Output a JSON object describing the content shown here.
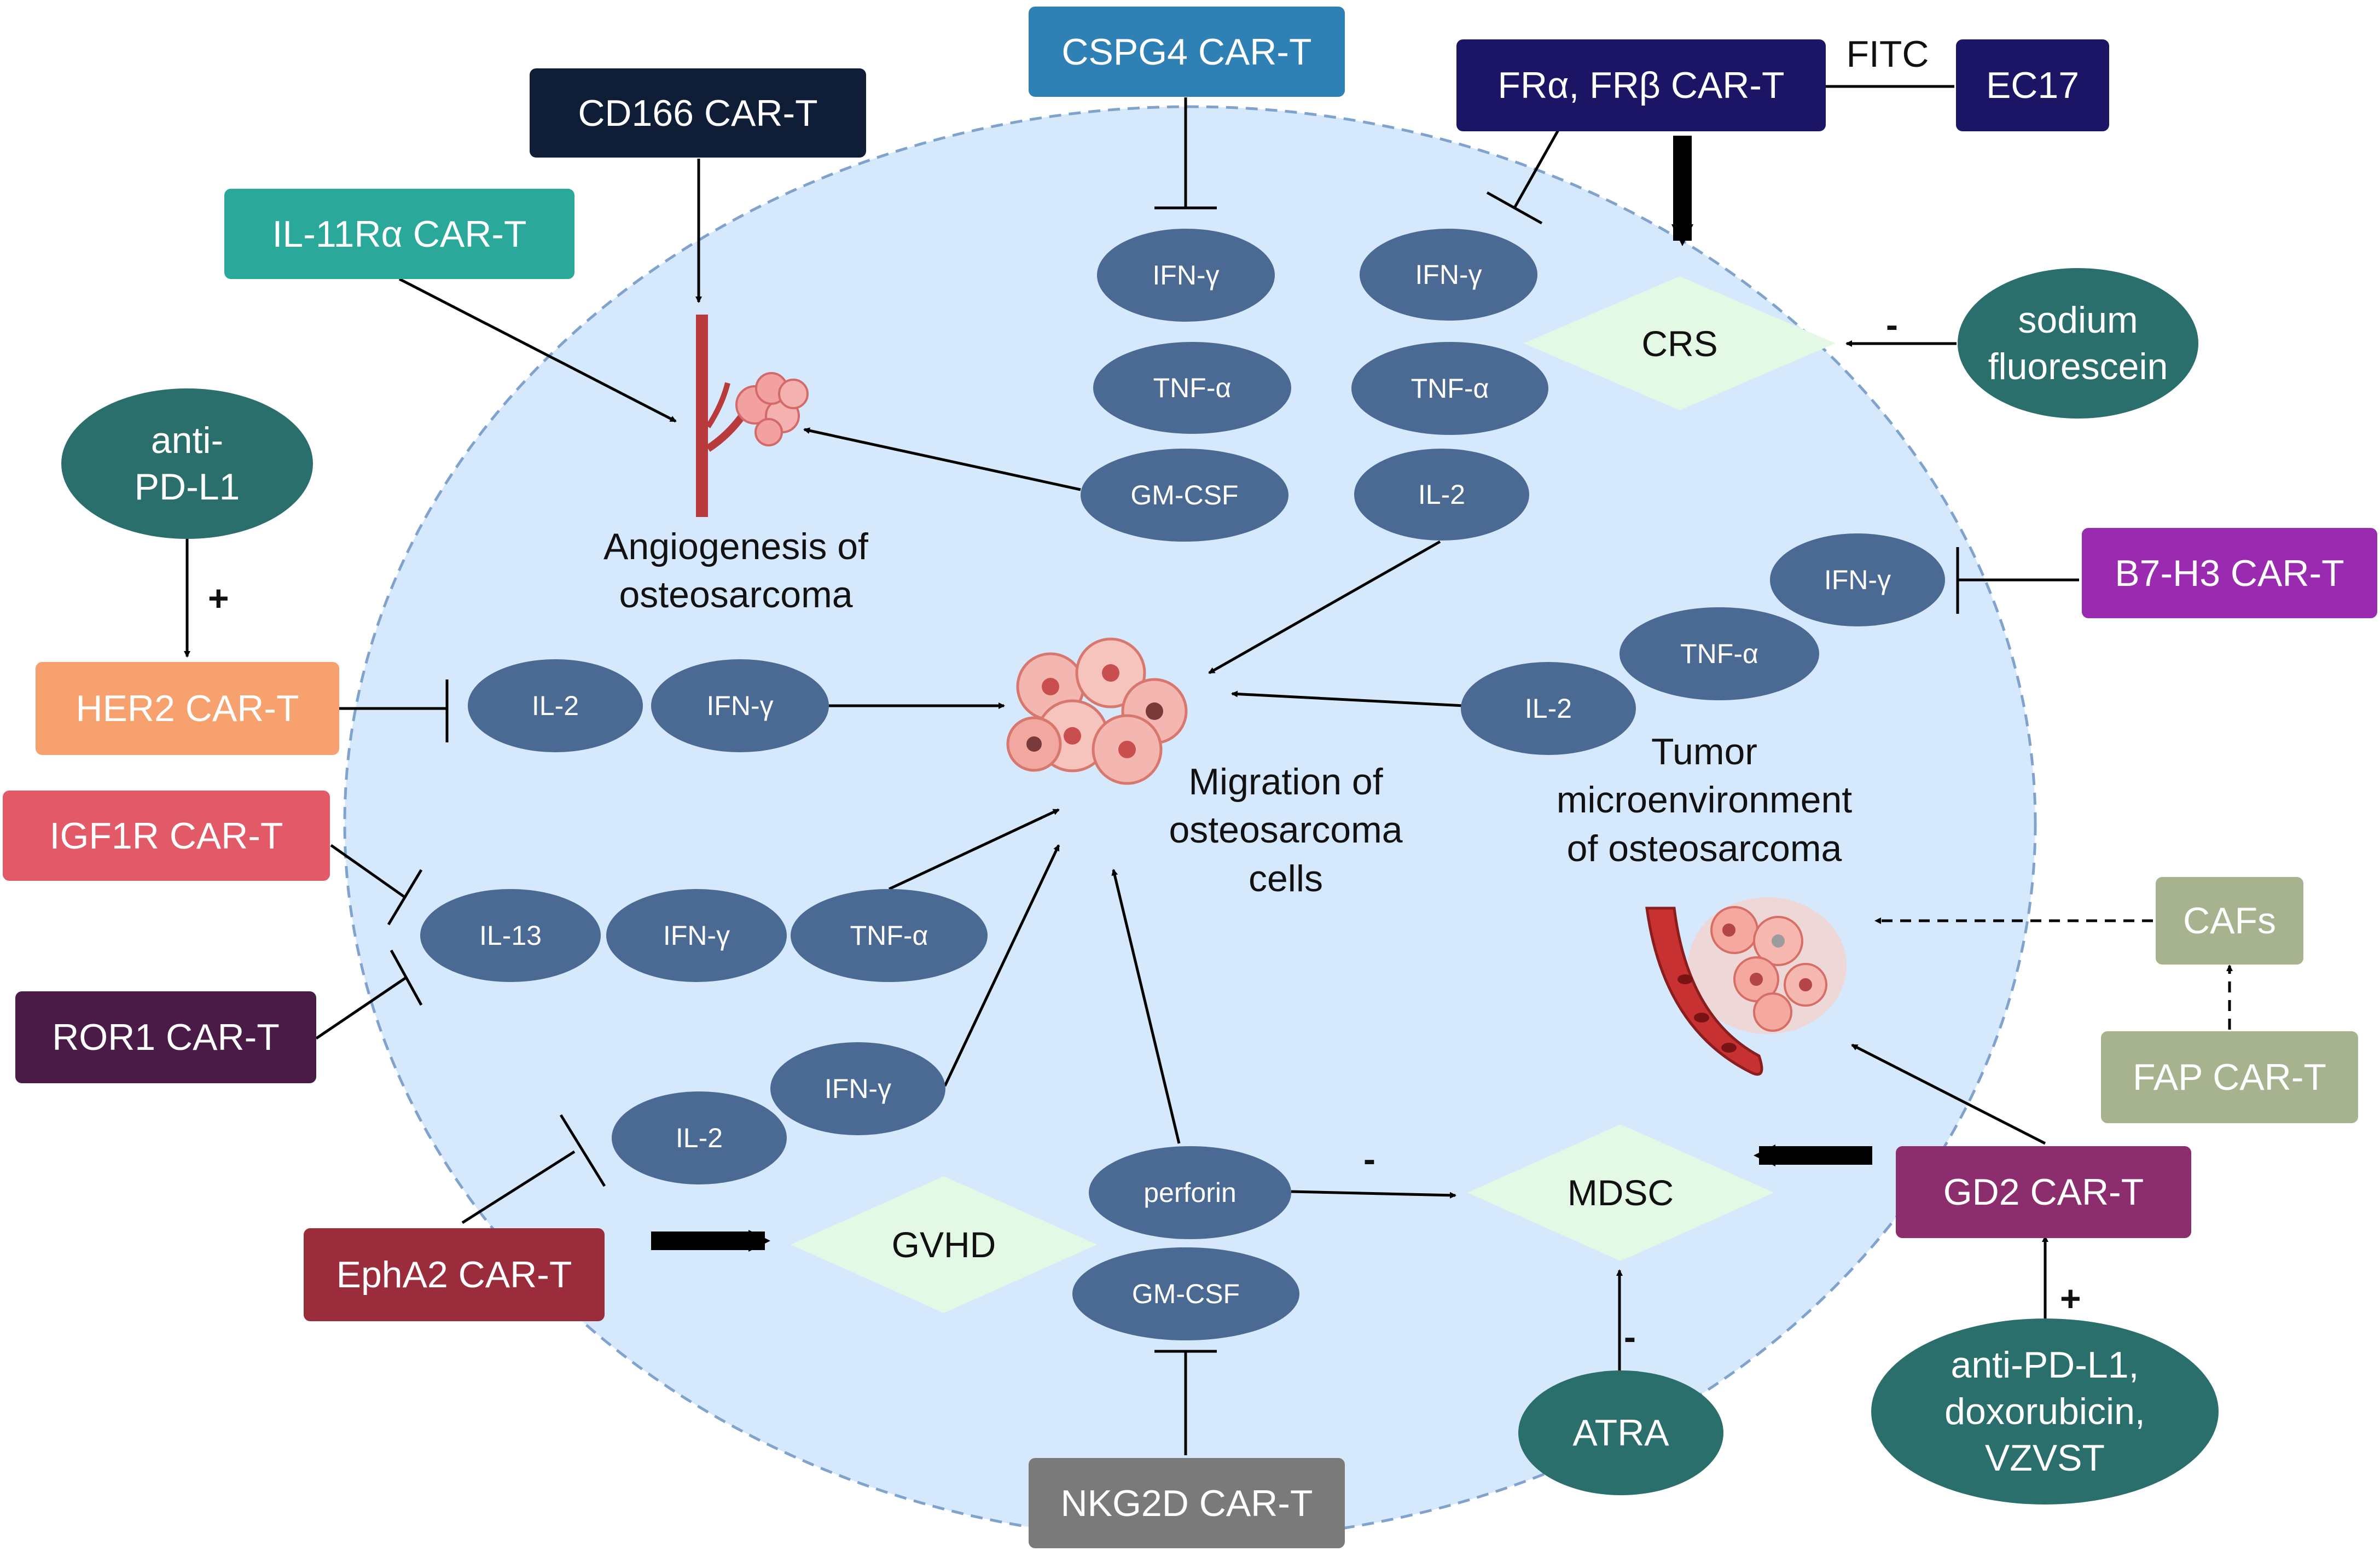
{
  "colors": {
    "ellipse_fill": "#d6e8fb",
    "ellipse_border": "#7fa3cc",
    "cytokine": "#4a6a94",
    "drug_oval": "#2b6f6c",
    "diamond": "#e3f9e6"
  },
  "car_t": {
    "cspg4": "CSPG4 CAR-T",
    "fr": "FRα, FRβ CAR-T",
    "ec17": "EC17",
    "cd166": "CD166 CAR-T",
    "il11": "IL-11Rα CAR-T",
    "her2": "HER2 CAR-T",
    "igf1r": "IGF1R CAR-T",
    "ror1": "ROR1 CAR-T",
    "epha2": "EphA2 CAR-T",
    "nkg2d": "NKG2D CAR-T",
    "b7h3": "B7-H3 CAR-T",
    "gd2": "GD2 CAR-T",
    "fap": "FAP CAR-T",
    "cafs": "CAFs"
  },
  "drugs": {
    "anti_pdl1": "anti-\nPD-L1",
    "sodium": "sodium\nfluorescein",
    "atra": "ATRA",
    "combo": "anti-PD-L1,\ndoxorubicin,\nVZVST"
  },
  "cytokines": {
    "cspg4_ifn": "IFN-γ",
    "cspg4_tnf": "TNF-α",
    "cspg4_gmcsf": "GM-CSF",
    "fr_ifn": "IFN-γ",
    "fr_tnf": "TNF-α",
    "fr_il2": "IL-2",
    "her2_il2": "IL-2",
    "her2_ifn": "IFN-γ",
    "igf_il13": "IL-13",
    "igf_ifn": "IFN-γ",
    "igf_tnf": "TNF-α",
    "b7_ifn": "IFN-γ",
    "b7_tnf": "TNF-α",
    "b7_il2": "IL-2",
    "eph_il2": "IL-2",
    "eph_ifn": "IFN-γ",
    "perforin": "perforin",
    "nk_gmcsf": "GM-CSF"
  },
  "diamonds": {
    "crs": "CRS",
    "gvhd": "GVHD",
    "mdsc": "MDSC"
  },
  "labels": {
    "fitc": "FITC",
    "angiogenesis": "Angiogenesis of\nosteosarcoma",
    "migration": "Migration of\nosteosarcoma\ncells",
    "tme": "Tumor\nmicroenvironment\nof osteosarcoma"
  },
  "signs": {
    "plus_her2": "+",
    "minus_crs": "-",
    "minus_mdsc": "-",
    "minus_atra": "-",
    "plus_gd2": "+"
  }
}
